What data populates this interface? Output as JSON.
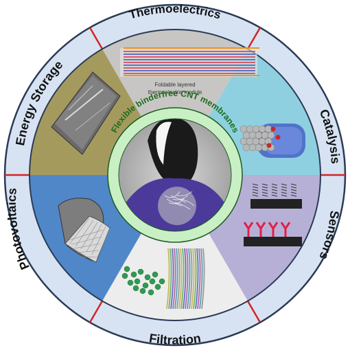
{
  "center": {
    "title": "Flexible binderfree CNT membranes"
  },
  "segments": [
    {
      "name": "Thermoelectrics",
      "color": "#c8c6c4"
    },
    {
      "name": "Catalysis",
      "color": "#8fd0e0"
    },
    {
      "name": "Sensors",
      "color": "#b7b0d6"
    },
    {
      "name": "Filtration",
      "color": "#ededed"
    },
    {
      "name": "Photovoltaics",
      "color": "#4f87c9"
    },
    {
      "name": "Energy Storage",
      "color": "#a59a5e"
    }
  ],
  "thermo": {
    "caption_line1": "Foldable layered",
    "caption_line2": "thermoelectric module"
  },
  "colors": {
    "outer_ring": "#d7e3f3",
    "ring_border": "#2b3a55",
    "divider_red": "#d32424",
    "center_ring": "#c9f0c4",
    "center_ring_border": "#1f5a1f"
  }
}
